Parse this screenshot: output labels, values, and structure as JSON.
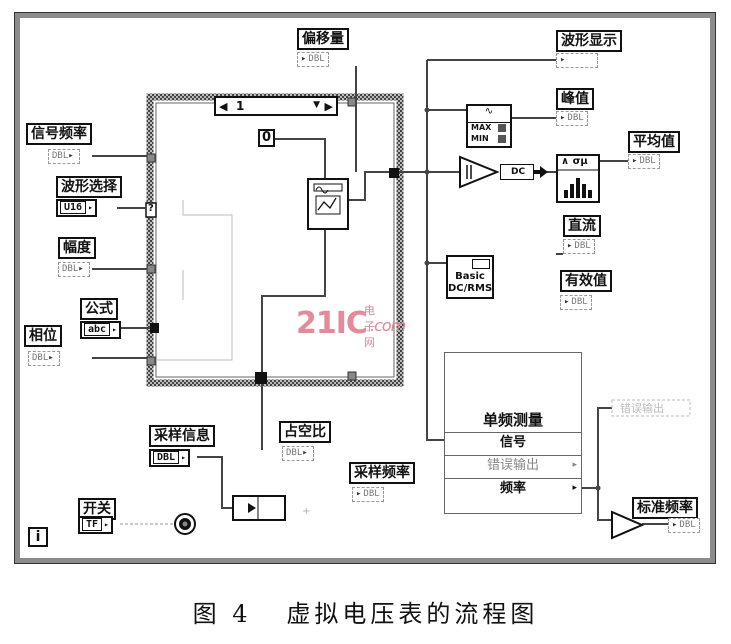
{
  "case_selector": {
    "value": "1",
    "left_arrow": "◀",
    "right_arrow": "▶",
    "dropdown": "▼"
  },
  "constant_zero": "0",
  "labels": {
    "offset": "偏移量",
    "signal_freq": "信号频率",
    "waveform_select": "波形选择",
    "amplitude": "幅度",
    "formula": "公式",
    "phase": "相位",
    "sample_info": "采样信息",
    "duty_cycle": "占空比",
    "sample_rate": "采样频率",
    "switch": "开关",
    "waveform_display": "波形显示",
    "peak": "峰值",
    "average": "平均值",
    "dc": "直流",
    "rms": "有效值",
    "std_freq": "标准频率"
  },
  "terminals": {
    "dbl": "DBL",
    "u16": "U16",
    "abc": "abc",
    "tf": "TF",
    "question": "?"
  },
  "icons": {
    "maxmin_max": "MAX",
    "maxmin_min": "MIN",
    "dc": "DC",
    "basic_line1": "Basic",
    "basic_line2": "DC/RMS",
    "stats": "∧ σμ"
  },
  "single_tone_panel": {
    "title": "单频测量",
    "rows": [
      "信号",
      "错误输出",
      "频率"
    ],
    "arrow": "▸"
  },
  "faded_label": "错误输出",
  "info_button": "i",
  "caption": "图 4   虚拟电压表的流程图",
  "watermark": {
    "brand": "21IC",
    "cn": "电子网",
    "com": ".com"
  },
  "colors": {
    "wire": "#555555",
    "frame": "#8c8c8c",
    "watermark": "#e58a9a"
  }
}
